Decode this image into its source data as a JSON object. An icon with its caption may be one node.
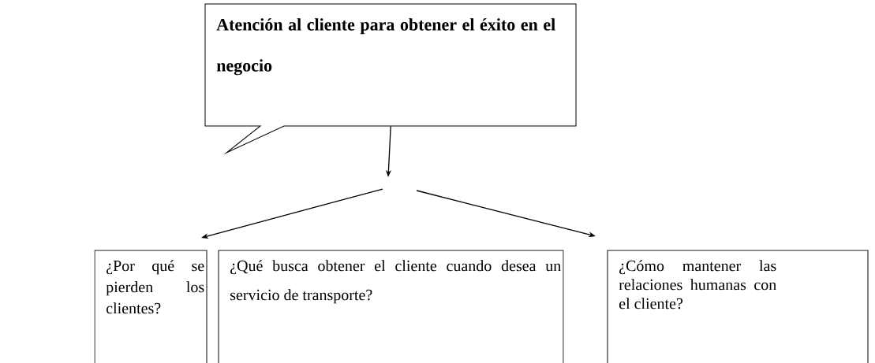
{
  "diagram": {
    "nodes": [
      {
        "text": [
          "**Atención al cliente para obtener el éxito en el negocio**"
        ]
      },
      {
        "text": [
          "¿Por qué se pierden los clientes?"
        ]
      },
      {
        "text": [
          "¿Qué busca obtener el cliente cuando desea un servicio de transporte?"
        ]
      },
      {
        "text": [
          "¿Cómo mantener las relaciones humanas con el cliente?"
        ]
      }
    ],
    "edges": [
      {
        "from": 0,
        "to": null,
        "arrow": "to"
      },
      {
        "from": null,
        "to": 1,
        "arrow": "to"
      },
      {
        "from": null,
        "to": 3,
        "arrow": "to"
      }
    ]
  }
}
